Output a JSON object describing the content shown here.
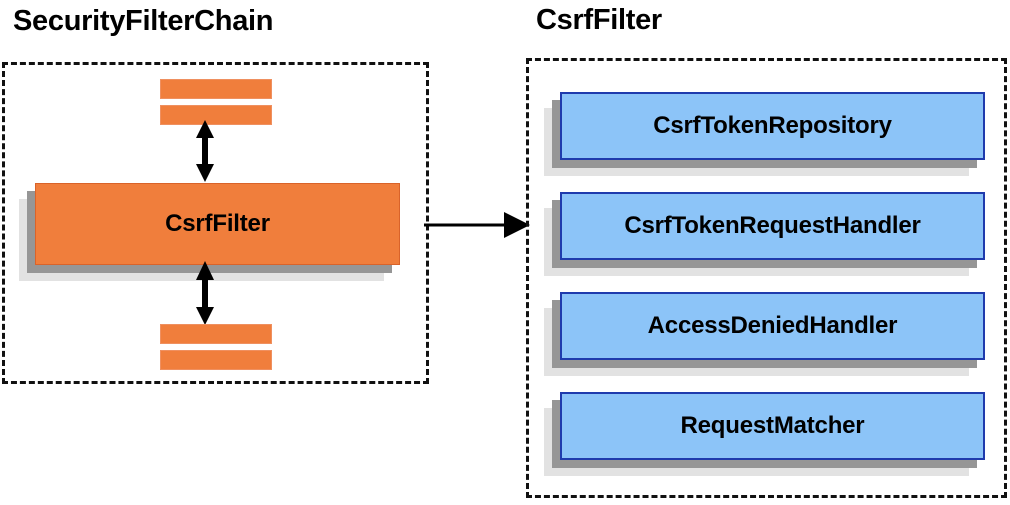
{
  "diagram": {
    "type": "component-relationship-diagram",
    "background_color": "#ffffff",
    "palette": {
      "orange_fill": "#f07e3c",
      "blue_fill": "#8cc4f8",
      "blue_border": "#1f3bad",
      "shadow_dark": "#969696",
      "shadow_light": "#e2e2e2",
      "stroke": "#111111"
    },
    "left_panel": {
      "title": "SecurityFilterChain",
      "main_component": {
        "label": "CsrfFilter",
        "fill": "#f07e3c"
      },
      "anonymous_filters_above": 2,
      "anonymous_filters_below": 2,
      "arrows": [
        {
          "name": "chain-arrow-above",
          "direction": "bidirectional"
        },
        {
          "name": "chain-arrow-below",
          "direction": "bidirectional"
        }
      ]
    },
    "connector": {
      "name": "expand-arrow",
      "from": "SecurityFilterChain",
      "to": "CsrfFilter",
      "direction": "right"
    },
    "right_panel": {
      "title": "CsrfFilter",
      "collaborators": [
        {
          "label": "CsrfTokenRepository"
        },
        {
          "label": "CsrfTokenRequestHandler"
        },
        {
          "label": "AccessDeniedHandler"
        },
        {
          "label": "RequestMatcher"
        }
      ]
    }
  }
}
